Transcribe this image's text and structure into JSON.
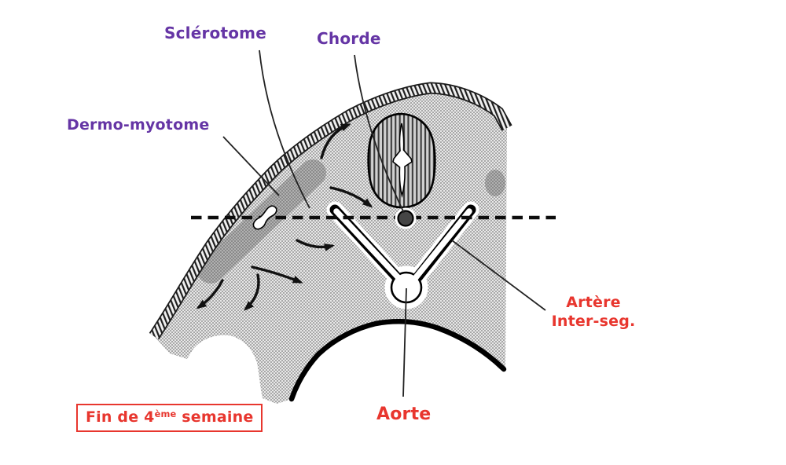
{
  "figure": {
    "labels": {
      "sclerotome": "Sclérotome",
      "chorde": "Chorde",
      "dermomyotome": "Dermo-myotome",
      "artere": {
        "line1": "Artère",
        "line2": "Inter-seg."
      },
      "aorte": "Aorte"
    },
    "caption": {
      "prefix": "Fin de 4",
      "superscript": "ème",
      "suffix": " semaine"
    },
    "colors": {
      "label_purple": "#6535a5",
      "label_red": "#e8362e",
      "caption_border": "#e8362e",
      "ink": "#111111"
    }
  }
}
